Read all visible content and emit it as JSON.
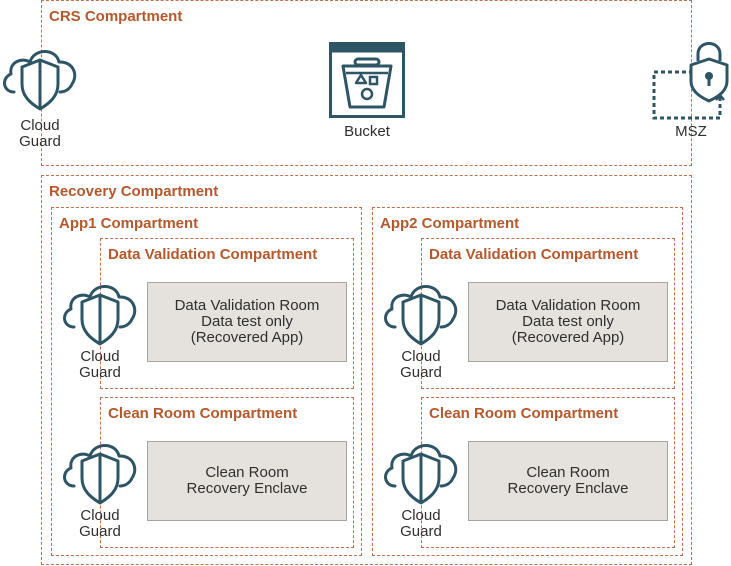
{
  "crs": {
    "title": "CRS Compartment",
    "cloud_guard_label_line1": "Cloud",
    "cloud_guard_label_line2": "Guard",
    "bucket_label": "Bucket",
    "msz_label": "MSZ"
  },
  "recovery": {
    "title": "Recovery Compartment",
    "apps": [
      {
        "title": "App1 Compartment",
        "data_validation": {
          "title": "Data Validation Compartment",
          "cloud_guard_line1": "Cloud",
          "cloud_guard_line2": "Guard",
          "room_line1": "Data Validation Room",
          "room_line2": "Data test only",
          "room_line3": "(Recovered App)"
        },
        "clean_room": {
          "title": "Clean Room Compartment",
          "cloud_guard_line1": "Cloud",
          "cloud_guard_line2": "Guard",
          "room_line1": "Clean Room",
          "room_line2": "Recovery Enclave"
        }
      },
      {
        "title": "App2 Compartment",
        "data_validation": {
          "title": "Data Validation Compartment",
          "cloud_guard_line1": "Cloud",
          "cloud_guard_line2": "Guard",
          "room_line1": "Data Validation Room",
          "room_line2": "Data test only",
          "room_line3": "(Recovered App)"
        },
        "clean_room": {
          "title": "Clean Room Compartment",
          "cloud_guard_line1": "Cloud",
          "cloud_guard_line2": "Guard",
          "room_line1": "Clean Room",
          "room_line2": "Recovery Enclave"
        }
      }
    ]
  },
  "colors": {
    "border_accent": "#c0704a",
    "title_accent": "#b5582b",
    "icon": "#2e5566",
    "room_fill": "#e5e2dd"
  }
}
